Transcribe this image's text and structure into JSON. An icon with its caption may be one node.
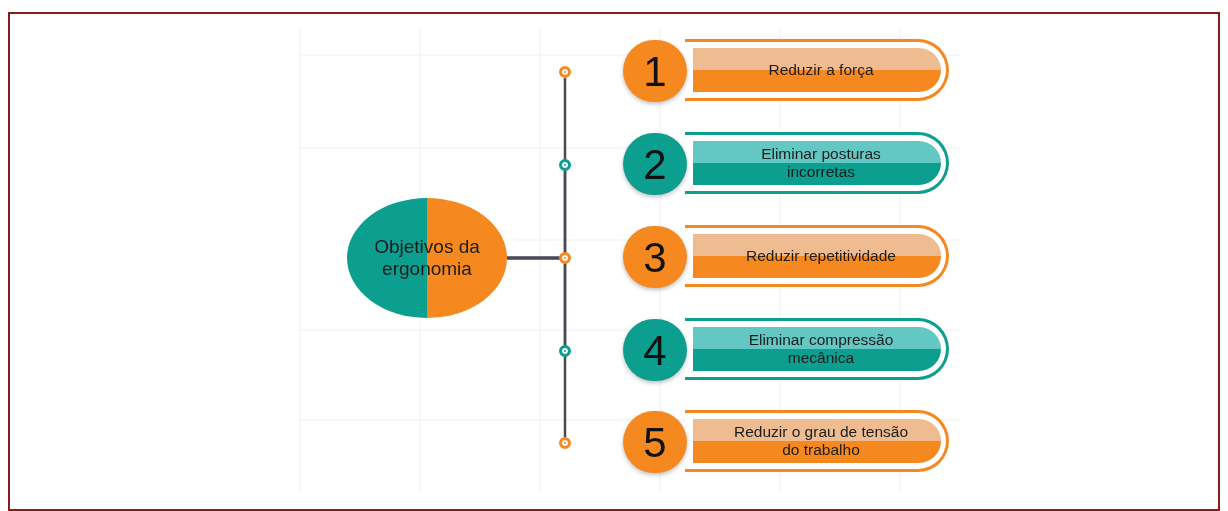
{
  "diagram": {
    "nodes": [
      {
        "text": [
          "Objetivos da ergonomia"
        ]
      },
      {
        "text": [],
        "shape": "circle"
      },
      {
        "text": [],
        "shape": "circle"
      },
      {
        "text": [],
        "shape": "circle"
      },
      {
        "text": [],
        "shape": "circle"
      },
      {
        "text": [],
        "shape": "circle"
      },
      {
        "text": [
          "1",
          "Reduzir a força"
        ]
      },
      {
        "text": [
          "2",
          "Eliminar posturas incorretas"
        ]
      },
      {
        "text": [
          "3",
          "Reduzir repetitividade"
        ]
      },
      {
        "text": [
          "4",
          "Eliminar compressão mecânica"
        ]
      },
      {
        "text": [
          "5",
          "Reduzir o grau de tensão do trabalho"
        ]
      }
    ],
    "edges": [
      {
        "from": 0,
        "to": 1,
        "arrow": "none"
      },
      {
        "from": 0,
        "to": 2,
        "arrow": "none"
      },
      {
        "from": 0,
        "to": 3,
        "arrow": "none"
      },
      {
        "from": 0,
        "to": 4,
        "arrow": "none"
      },
      {
        "from": 0,
        "to": 5,
        "arrow": "none"
      }
    ]
  }
}
